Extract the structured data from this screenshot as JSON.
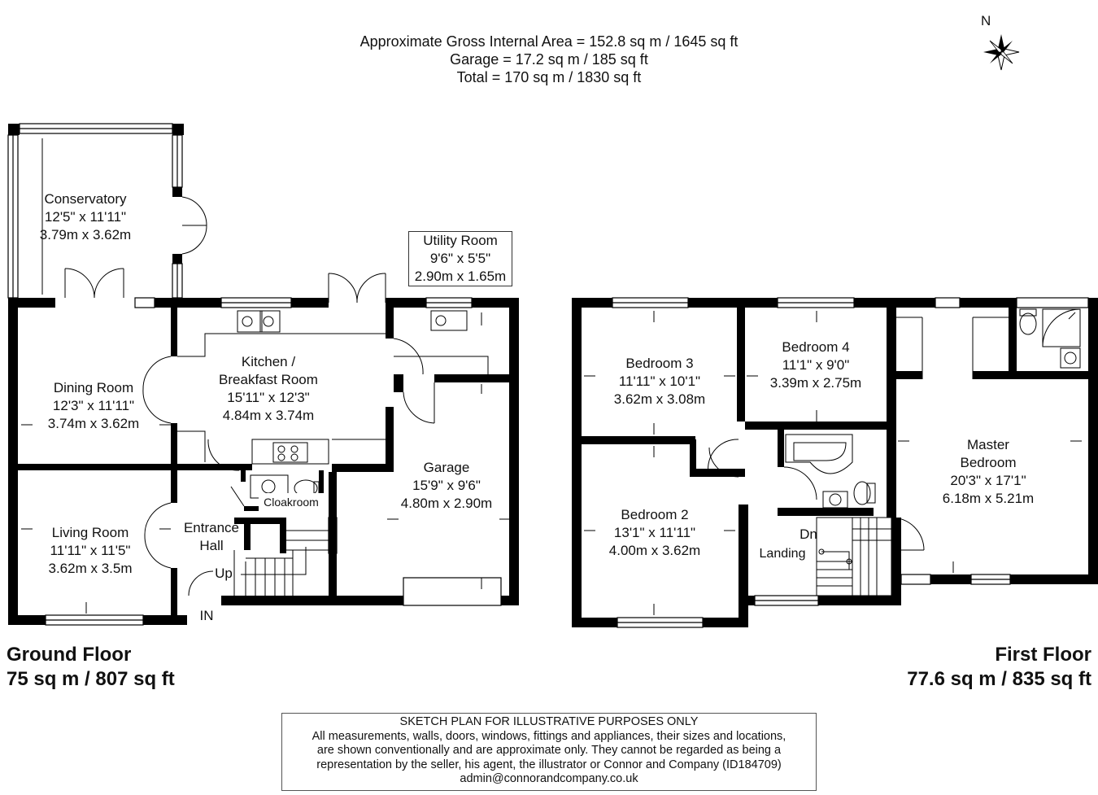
{
  "header": {
    "lines": [
      "Approximate Gross Internal Area = 152.8 sq m / 1645 sq ft",
      "Garage = 17.2 sq m / 185 sq ft",
      "Total = 170 sq m / 1830 sq ft"
    ]
  },
  "compass": {
    "label": "N"
  },
  "ground_floor": {
    "title": "Ground Floor",
    "area": "75 sq m / 807 sq ft",
    "rooms": {
      "conservatory": [
        "Conservatory",
        "12'5\" x 11'11\"",
        "3.79m x 3.62m"
      ],
      "utility": [
        "Utility Room",
        "9'6\" x 5'5\"",
        "2.90m x 1.65m"
      ],
      "dining": [
        "Dining Room",
        "12'3\" x 11'11\"",
        "3.74m x 3.62m"
      ],
      "kitchen": [
        "Kitchen /",
        "Breakfast Room",
        "15'11\" x 12'3\"",
        "4.84m x 3.74m"
      ],
      "garage": [
        "Garage",
        "15'9\" x 9'6\"",
        "4.80m x 2.90m"
      ],
      "cloakroom": "Cloakroom",
      "living": [
        "Living Room",
        "11'11\" x 11'5\"",
        "3.62m x 3.5m"
      ],
      "hall": [
        "Entrance",
        "Hall"
      ],
      "up": "Up",
      "in": "IN"
    }
  },
  "first_floor": {
    "title": "First Floor",
    "area": "77.6 sq m / 835 sq ft",
    "rooms": {
      "bed3": [
        "Bedroom 3",
        "11'11\" x 10'1\"",
        "3.62m x 3.08m"
      ],
      "bed4": [
        "Bedroom 4",
        "11'1\" x 9'0\"",
        "3.39m x 2.75m"
      ],
      "master": [
        "Master",
        "Bedroom",
        "20'3\" x 17'1\"",
        "6.18m x 5.21m"
      ],
      "bed2": [
        "Bedroom 2",
        "13'1\" x 11'11\"",
        "4.00m x 3.62m"
      ],
      "dn": "Dn",
      "landing": "Landing"
    }
  },
  "disclaimer": {
    "lines": [
      "SKETCH PLAN FOR ILLUSTRATIVE PURPOSES ONLY",
      "All measurements, walls, doors, windows, fittings and appliances, their sizes and locations,",
      "are shown conventionally and are approximate only. They cannot be regarded as being a",
      "representation by the seller, his agent, the illustrator or Connor and Company (ID184709)",
      "admin@connorandcompany.co.uk"
    ]
  }
}
